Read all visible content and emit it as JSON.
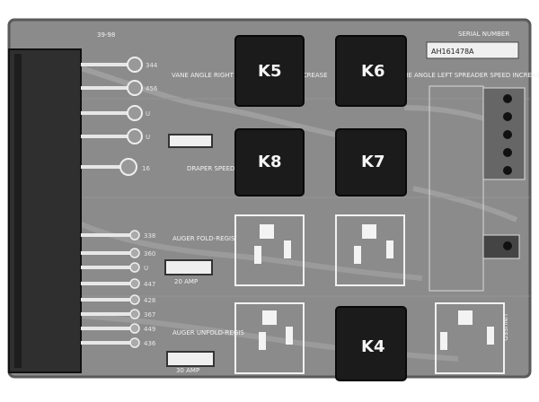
{
  "board": {
    "top_code": "39-98",
    "serial_label": "SERIAL NUMBER",
    "serial_value": "AH161478A",
    "labels": {
      "k5": "VANE ANGLE RIGHT SPREADER SPEED DECREASE",
      "k6": "VANE ANGLE LEFT SPREADER SPEED INCREASE",
      "k8": "DRAPER SPEED INCREASE",
      "k1": "AUGER FOLD-REGIS",
      "k2": "AUGER UNFOLD-REGIS",
      "f3": "20 AMP",
      "f1": "30 AMP",
      "f2": "30",
      "unused": "UNUSED"
    },
    "relays": {
      "k5": "K5",
      "k6": "K6",
      "k8": "K8",
      "k7": "K7",
      "k4": "K4"
    },
    "pins": [
      "344",
      "456",
      "U",
      "U",
      "16",
      "338",
      "360",
      "U",
      "447",
      "428",
      "367",
      "449",
      "436"
    ],
    "colors": {
      "pcb": "#8a8a8a",
      "relay": "#1d1d1d",
      "silk": "#f0f0f0",
      "connector": "#3a3a3a"
    }
  }
}
